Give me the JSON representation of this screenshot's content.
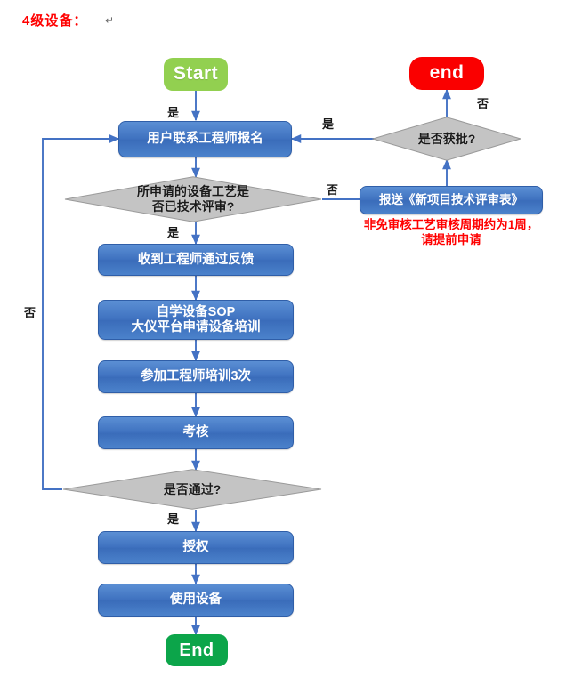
{
  "page": {
    "title": "4级设备：",
    "paragraph_mark": "↵"
  },
  "flowchart": {
    "type": "flowchart",
    "nodes": {
      "start": {
        "label": "Start",
        "shape": "terminator",
        "color": "#92D050"
      },
      "contact_engineer": {
        "label": "用户联系工程师报名",
        "shape": "process",
        "color": "#3F72C0"
      },
      "tech_review_decision": {
        "label_line1": "所申请的设备工艺是",
        "label_line2": "否已技术评审?",
        "shape": "decision",
        "color": "#C4C4C4"
      },
      "submit_form": {
        "label": "报送《新项目技术评审表》",
        "shape": "process",
        "color": "#3F72C0"
      },
      "approval_decision": {
        "label": "是否获批?",
        "shape": "decision",
        "color": "#C4C4C4"
      },
      "end_red": {
        "label": "end",
        "shape": "terminator",
        "color": "#FA0000"
      },
      "feedback": {
        "label": "收到工程师通过反馈",
        "shape": "process",
        "color": "#3F72C0"
      },
      "self_study": {
        "label_line1": "自学设备SOP",
        "label_line2": "大仪平台申请设备培训",
        "shape": "process",
        "color": "#3F72C0"
      },
      "training": {
        "label": "参加工程师培训3次",
        "shape": "process",
        "color": "#3F72C0"
      },
      "assessment": {
        "label": "考核",
        "shape": "process",
        "color": "#3F72C0"
      },
      "pass_decision": {
        "label": "是否通过?",
        "shape": "decision",
        "color": "#C4C4C4"
      },
      "authorize": {
        "label": "授权",
        "shape": "process",
        "color": "#3F72C0"
      },
      "use_equipment": {
        "label": "使用设备",
        "shape": "process",
        "color": "#3F72C0"
      },
      "end_green": {
        "label": "End",
        "shape": "terminator",
        "color": "#0CA54A"
      }
    },
    "notes": {
      "review_cycle": "非免审核工艺审核周期约为1周，请提前申请"
    },
    "edge_labels": {
      "start_to_contact": "是",
      "approval_yes": "是",
      "approval_no": "否",
      "tech_review_yes": "是",
      "tech_review_no": "否",
      "pass_yes": "是",
      "pass_no": "否"
    },
    "colors": {
      "edge": "#4472C4",
      "process_fill": "#3F72C0",
      "decision_fill": "#C4C4C4",
      "note_text": "#FF0000",
      "title_text": "#FF0000"
    }
  }
}
